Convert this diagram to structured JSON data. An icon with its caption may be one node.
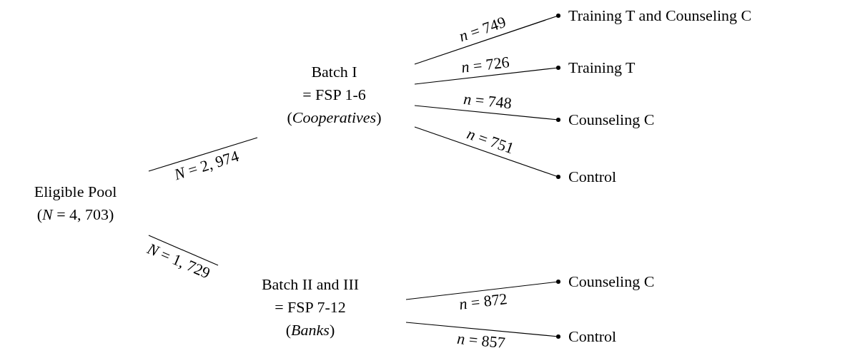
{
  "diagram": {
    "nodes": [
      {
        "text": [
          "Eligible Pool",
          "(*N* = 4, 703)"
        ]
      },
      {
        "text": [
          "Batch I",
          "= FSP 1-6",
          "(*Cooperatives*)"
        ]
      },
      {
        "text": [
          "Batch II and III",
          "= FSP 7-12",
          "(*Banks*)"
        ]
      },
      {
        "text": [
          "Training T and Counseling C"
        ]
      },
      {
        "text": [
          "Training T"
        ]
      },
      {
        "text": [
          "Counseling C"
        ]
      },
      {
        "text": [
          "Control"
        ]
      },
      {
        "text": [
          "Counseling C"
        ]
      },
      {
        "text": [
          "Control"
        ]
      }
    ],
    "edges": [
      {
        "from": 0,
        "to": 1,
        "arrow": "none",
        "label": "*N* = 2, 974"
      },
      {
        "from": 0,
        "to": 2,
        "arrow": "none",
        "label": "*N* = 1, 729"
      },
      {
        "from": 1,
        "to": 3,
        "arrow": "other",
        "label": "*n* = 749"
      },
      {
        "from": 1,
        "to": 4,
        "arrow": "other",
        "label": "*n* = 726"
      },
      {
        "from": 1,
        "to": 5,
        "arrow": "other",
        "label": "*n* = 748"
      },
      {
        "from": 1,
        "to": 6,
        "arrow": "other",
        "label": "*n* = 751"
      },
      {
        "from": 2,
        "to": 7,
        "arrow": "other",
        "label": "*n* = 872"
      },
      {
        "from": 2,
        "to": 8,
        "arrow": "other",
        "label": "*n* = 857"
      }
    ]
  }
}
